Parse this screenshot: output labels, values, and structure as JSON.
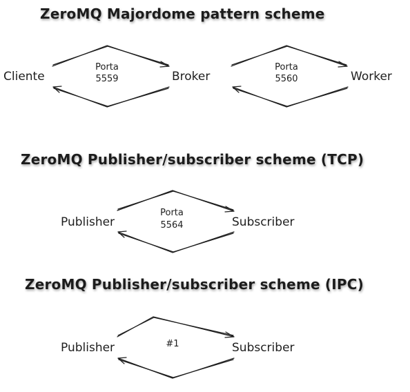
{
  "sections": [
    {
      "title": "ZeroMQ Majordome pattern scheme",
      "nodes": [
        "Cliente",
        "Broker",
        "Worker"
      ],
      "links": [
        {
          "label_lines": [
            "Porta",
            "5559"
          ]
        },
        {
          "label_lines": [
            "Porta",
            "5560"
          ]
        }
      ]
    },
    {
      "title": "ZeroMQ Publisher/subscriber scheme (TCP)",
      "nodes": [
        "Publisher",
        "Subscriber"
      ],
      "links": [
        {
          "label_lines": [
            "Porta",
            "5564"
          ]
        }
      ]
    },
    {
      "title": "ZeroMQ Publisher/subscriber scheme (IPC)",
      "nodes": [
        "Publisher",
        "Subscriber"
      ],
      "links": [
        {
          "label_lines": [
            "#1"
          ]
        }
      ]
    }
  ]
}
